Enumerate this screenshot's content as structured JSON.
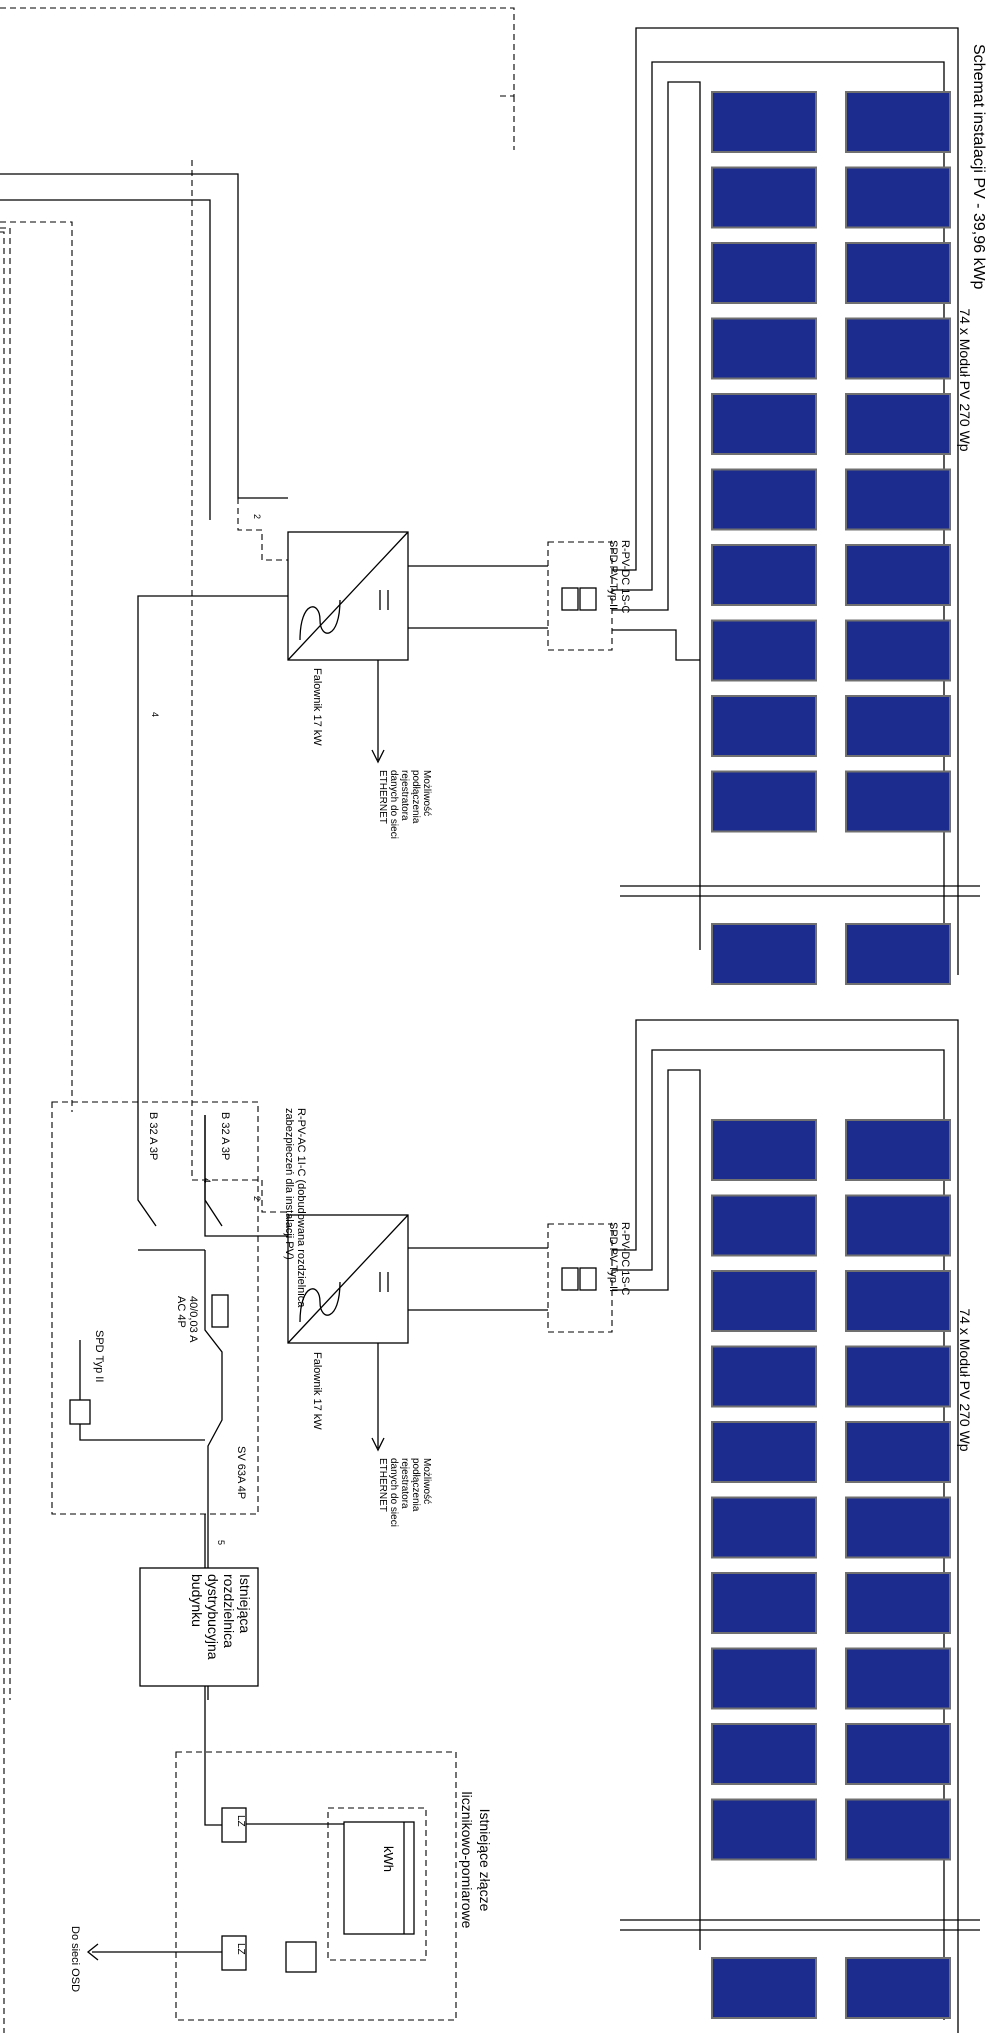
{
  "title": "Schemat instalacji PV - 39,96 kWp",
  "array_top": {
    "label": "74 x Moduł PV 270 Wp"
  },
  "array_bottom": {
    "label": "74 x Moduł PV 270 Wp"
  },
  "spd_dc_top": {
    "line1": "R-PV-DC 1S-C",
    "line2": "SPD PV Typ II"
  },
  "spd_dc_bottom": {
    "line1": "R-PV-DC 1S-C",
    "line2": "SPD PV Typ II"
  },
  "inverter_top": {
    "label": "Falownik 17 kW"
  },
  "inverter_bottom": {
    "label": "Falownik 17 kW"
  },
  "ethernet_note_top": [
    "Możliwość",
    "podłączenia",
    "rejestratora",
    "danych do sieci",
    "ETHERNET"
  ],
  "ethernet_note_bottom": [
    "Możliwość",
    "podłączenia",
    "rejestratora",
    "danych do sieci",
    "ETHERNET"
  ],
  "ac_board": {
    "label1": "R-PV-AC 1I-C (dobudowana rozdzielnica",
    "label2": "zabezpieczeń dla instalacji PV)",
    "breaker_1": "B 32 A 3P",
    "breaker_2": "B 32 A 3P",
    "rcd1": "40/0,03 A",
    "rcd2": "AC 4P",
    "switch": "SV 63A 4P",
    "spd": "SPD Typ II"
  },
  "distribution_board": [
    "Istniejąca",
    "rozdzielnica",
    "dystrybucyjna",
    "budynku"
  ],
  "meter_junction": {
    "line1": "Istniejące złącze",
    "line2": "licznikowo-pomiarowe",
    "meter": "kWh",
    "lz1": "LZ",
    "lz2": "LZ"
  },
  "grid": {
    "label": "Do sieci OSD"
  },
  "wire_counts": {
    "dc": "2",
    "ac_inverter": "4",
    "ac_main": "5"
  },
  "colors": {
    "panel": "#1b2c8e",
    "panel_frame": "#707070",
    "line": "#000000"
  }
}
